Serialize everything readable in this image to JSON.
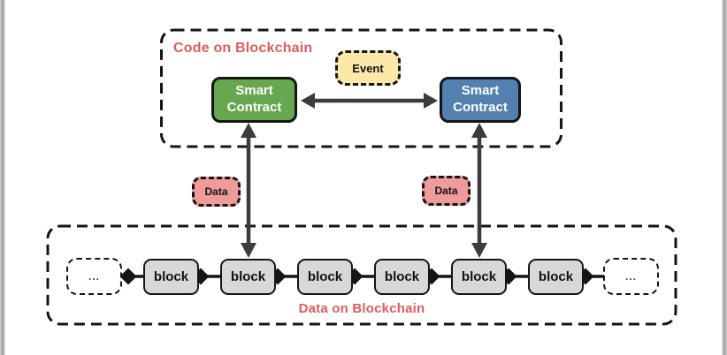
{
  "frame": {
    "side_border_color": "#9e9e9e",
    "background": "#ffffff"
  },
  "diagram": {
    "code_section": {
      "title": "Code on Blockchain",
      "title_color": "#e05c5c",
      "smart_contract_left": {
        "label": "Smart Contract",
        "fill": "#67a74f",
        "text_color": "#ffffff"
      },
      "smart_contract_right": {
        "label": "Smart Contract",
        "fill": "#5480af",
        "text_color": "#ffffff"
      },
      "event_chip": {
        "label": "Event",
        "fill": "#fce8a9"
      }
    },
    "data_chips": {
      "left": {
        "label": "Data",
        "fill": "#ef9a9b"
      },
      "right": {
        "label": "Data",
        "fill": "#ef9a9b"
      }
    },
    "data_section": {
      "title": "Data on Blockchain",
      "title_color": "#e05c5c",
      "ellipsis_left": "...",
      "ellipsis_right": "...",
      "blocks": [
        "block",
        "block",
        "block",
        "block",
        "block",
        "block"
      ],
      "block_fill": "#d8d8d8"
    },
    "arrow_color": "#3c3c3c",
    "outline_color": "#151515"
  }
}
